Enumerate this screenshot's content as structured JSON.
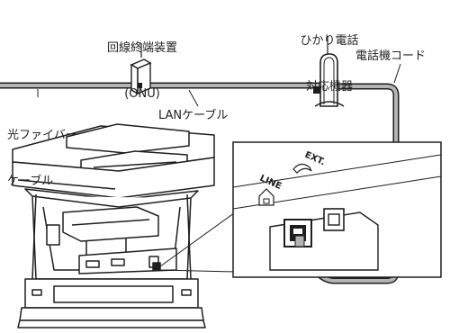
{
  "labels": {
    "onu_line1": "回線終端装置",
    "onu_line2": "(ONU)",
    "phone_line1": "ひかり電話",
    "phone_line2": "対応機器",
    "cord": "電話機コード",
    "fiber_line1": "光ファイバー",
    "fiber_line2": "ケーブル",
    "lan": "LANケーブル"
  },
  "ports": {
    "ext": "EXT.",
    "line": "LINE"
  },
  "colors": {
    "cable_fill": "#b4b4b4",
    "outline": "#1e1e1e"
  }
}
